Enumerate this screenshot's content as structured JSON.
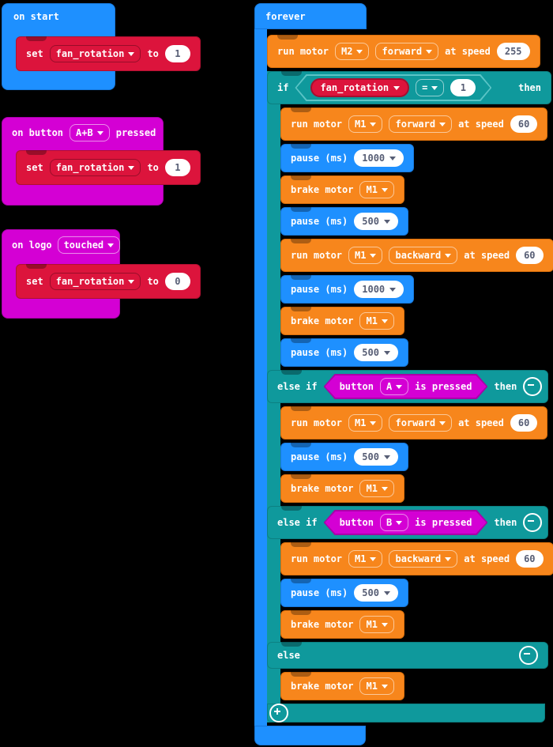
{
  "colors": {
    "background": "#000000",
    "basic_blue": "#1E90FF",
    "motor_orange": "#F7861C",
    "logic_teal": "#0F999C",
    "input_magenta": "#D400D4",
    "variable_red": "#DC143C",
    "number_text": "#575E75"
  },
  "on_start": {
    "title": "on start",
    "set": {
      "keyword": "set",
      "variable": "fan_rotation",
      "to": "to",
      "value": "1"
    }
  },
  "on_button": {
    "prefix": "on button",
    "button": "A+B",
    "suffix": "pressed",
    "set": {
      "keyword": "set",
      "variable": "fan_rotation",
      "to": "to",
      "value": "1"
    }
  },
  "on_logo": {
    "prefix": "on logo",
    "gesture": "touched",
    "set": {
      "keyword": "set",
      "variable": "fan_rotation",
      "to": "to",
      "value": "0"
    }
  },
  "forever": {
    "title": "forever",
    "run_m2": {
      "label": "run motor",
      "motor": "M2",
      "direction": "forward",
      "at_speed": "at speed",
      "speed": "255"
    },
    "if_row": {
      "keyword": "if",
      "variable": "fan_rotation",
      "operator": "=",
      "value": "1",
      "then": "then"
    },
    "branch_if": [
      {
        "label": "run motor",
        "motor": "M1",
        "direction": "forward",
        "at_speed": "at speed",
        "speed": "60"
      },
      {
        "label": "pause (ms)",
        "value": "1000"
      },
      {
        "label": "brake motor",
        "motor": "M1"
      },
      {
        "label": "pause (ms)",
        "value": "500"
      },
      {
        "label": "run motor",
        "motor": "M1",
        "direction": "backward",
        "at_speed": "at speed",
        "speed": "60"
      },
      {
        "label": "pause (ms)",
        "value": "1000"
      },
      {
        "label": "brake motor",
        "motor": "M1"
      },
      {
        "label": "pause (ms)",
        "value": "500"
      }
    ],
    "elseif_a": {
      "keyword": "else if",
      "button_label": "button",
      "button": "A",
      "pressed": "is pressed",
      "then": "then"
    },
    "branch_a": [
      {
        "label": "run motor",
        "motor": "M1",
        "direction": "forward",
        "at_speed": "at speed",
        "speed": "60"
      },
      {
        "label": "pause (ms)",
        "value": "500"
      },
      {
        "label": "brake motor",
        "motor": "M1"
      }
    ],
    "elseif_b": {
      "keyword": "else if",
      "button_label": "button",
      "button": "B",
      "pressed": "is pressed",
      "then": "then"
    },
    "branch_b": [
      {
        "label": "run motor",
        "motor": "M1",
        "direction": "backward",
        "at_speed": "at speed",
        "speed": "60"
      },
      {
        "label": "pause (ms)",
        "value": "500"
      },
      {
        "label": "brake motor",
        "motor": "M1"
      }
    ],
    "else_row": {
      "keyword": "else"
    },
    "branch_else": [
      {
        "label": "brake motor",
        "motor": "M1"
      }
    ]
  }
}
